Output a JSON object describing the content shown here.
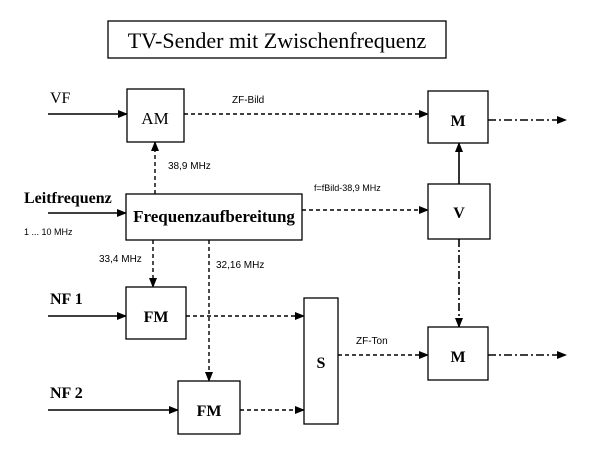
{
  "title": "TV-Sender mit Zwischenfrequenz",
  "blocks": {
    "am": "AM",
    "frequenzaufbereitung": "Frequenzaufbereitung",
    "fm1": "FM",
    "fm2": "FM",
    "s": "S",
    "v": "V",
    "m_top": "M",
    "m_bottom": "M"
  },
  "inputs": {
    "vf": "VF",
    "leitfrequenz": "Leitfrequenz",
    "leitfrequenz_range": "1 ... 10 MHz",
    "nf1": "NF 1",
    "nf2": "NF 2"
  },
  "signals": {
    "zf_bild": "ZF-Bild",
    "am_freq": "38,9 MHz",
    "fm1_freq": "33,4 MHz",
    "fm2_freq": "32,16 MHz",
    "v_freq": "f=fBild-38,9 MHz",
    "zf_ton": "ZF-Ton"
  }
}
